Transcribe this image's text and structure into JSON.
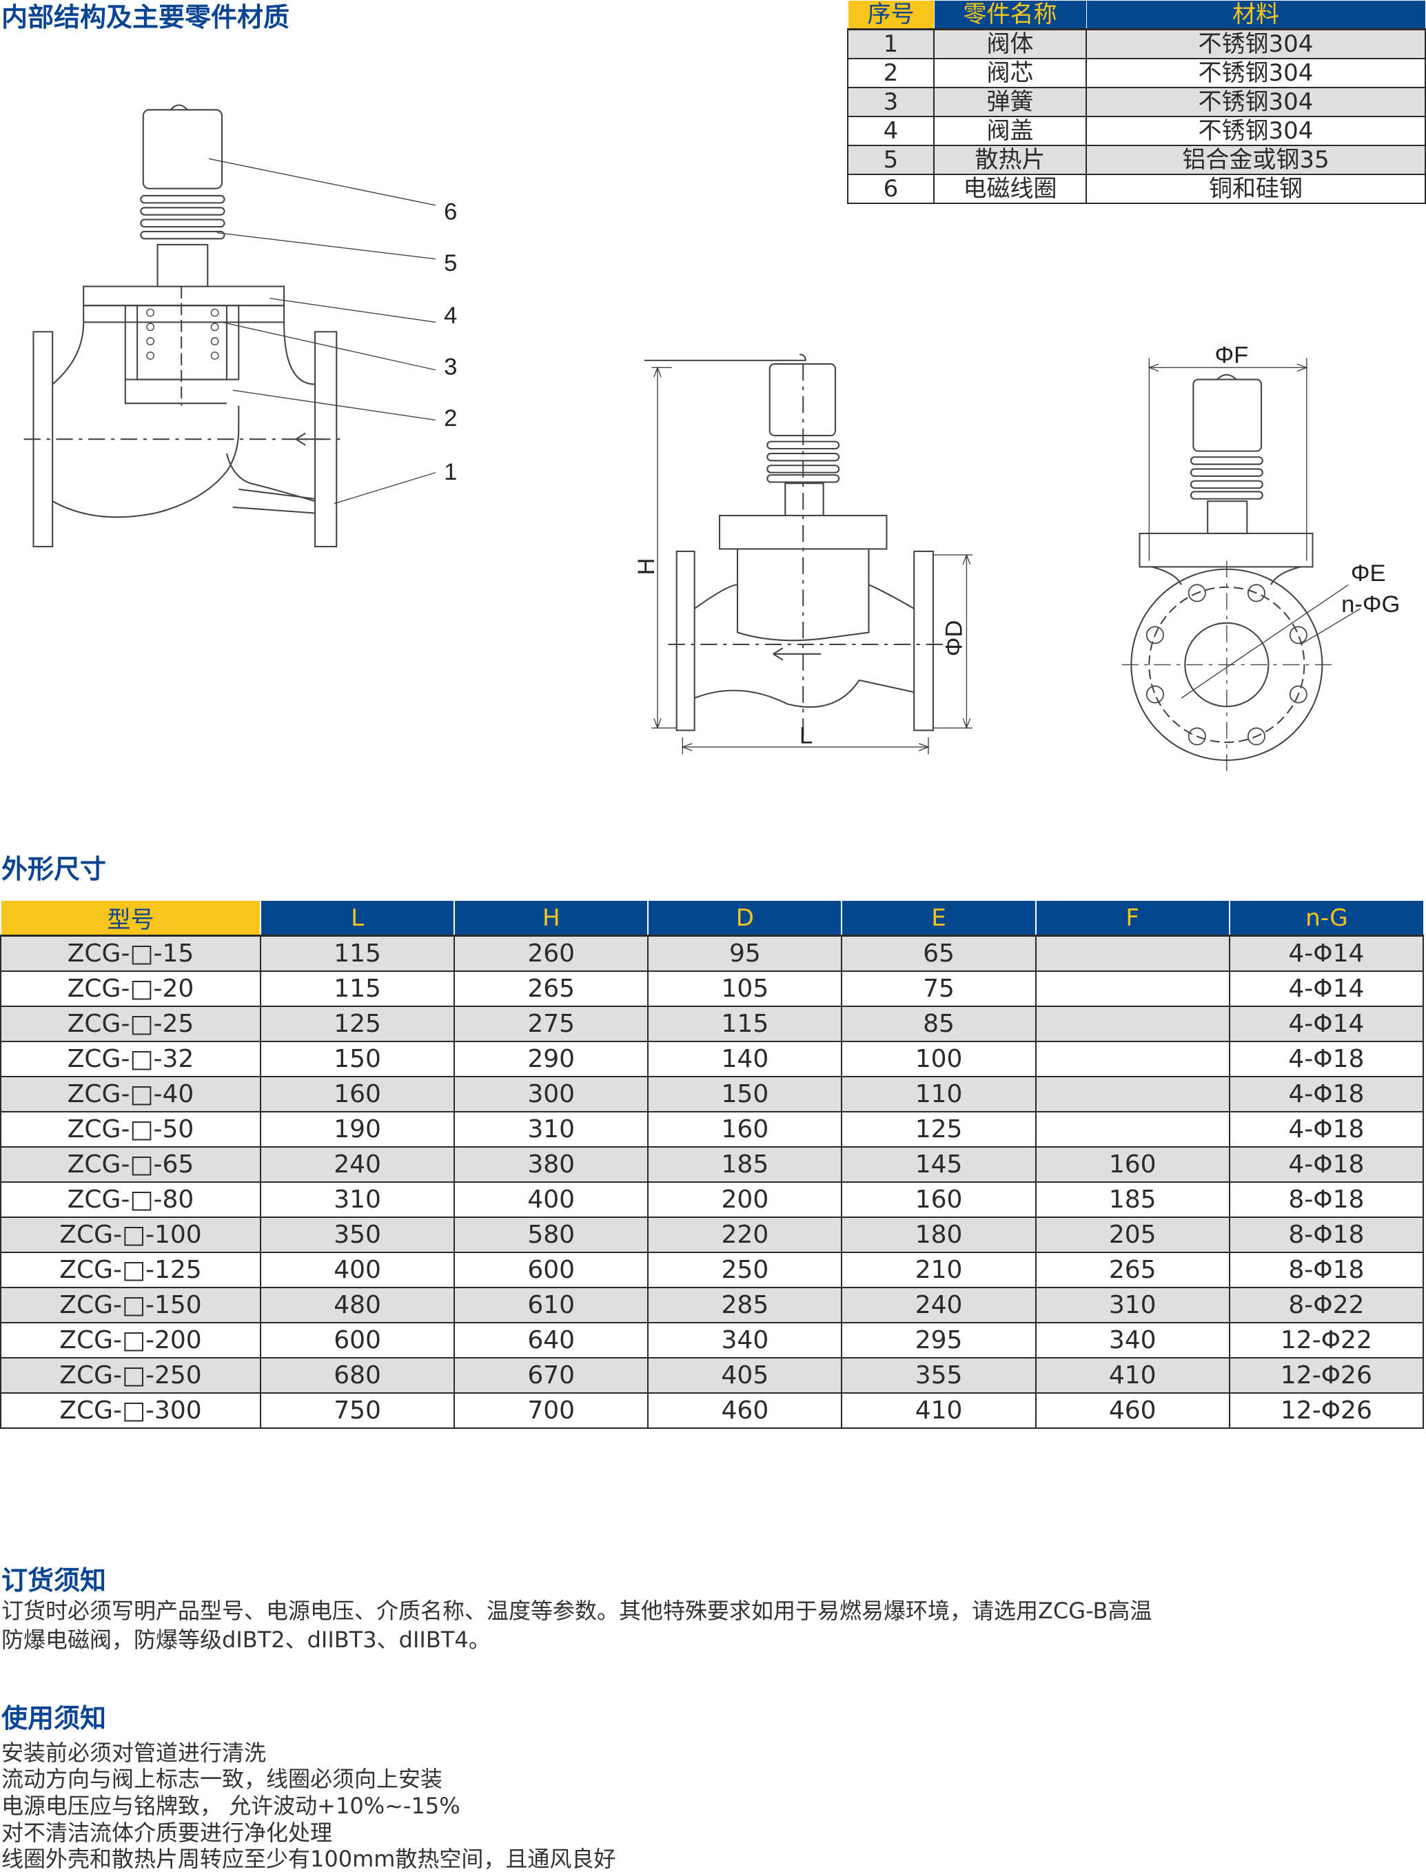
{
  "structure": {
    "title": "内部结构及主要零件材质",
    "parts_table": {
      "headers": [
        "序号",
        "零件名称",
        "材料"
      ],
      "rows": [
        [
          "1",
          "阀体",
          "不锈钢304"
        ],
        [
          "2",
          "阀芯",
          "不锈钢304"
        ],
        [
          "3",
          "弹簧",
          "不锈钢304"
        ],
        [
          "4",
          "阀盖",
          "不锈钢304"
        ],
        [
          "5",
          "散热片",
          "铝合金或钢35"
        ],
        [
          "6",
          "电磁线圈",
          "铜和硅钢"
        ]
      ]
    },
    "callouts": [
      "6",
      "5",
      "4",
      "3",
      "2",
      "1"
    ],
    "dim_labels": {
      "H": "H",
      "L": "L",
      "D": "ΦD",
      "F": "ΦF",
      "E": "ΦE",
      "nG": "n-ΦG"
    }
  },
  "dimensions": {
    "title": "外形尺寸",
    "headers": [
      "型号",
      "L",
      "H",
      "D",
      "E",
      "F",
      "n-G"
    ],
    "rows": [
      [
        "ZCG-□-15",
        "115",
        "260",
        "95",
        "65",
        "",
        "4-Φ14"
      ],
      [
        "ZCG-□-20",
        "115",
        "265",
        "105",
        "75",
        "",
        "4-Φ14"
      ],
      [
        "ZCG-□-25",
        "125",
        "275",
        "115",
        "85",
        "",
        "4-Φ14"
      ],
      [
        "ZCG-□-32",
        "150",
        "290",
        "140",
        "100",
        "",
        "4-Φ18"
      ],
      [
        "ZCG-□-40",
        "160",
        "300",
        "150",
        "110",
        "",
        "4-Φ18"
      ],
      [
        "ZCG-□-50",
        "190",
        "310",
        "160",
        "125",
        "",
        "4-Φ18"
      ],
      [
        "ZCG-□-65",
        "240",
        "380",
        "185",
        "145",
        "160",
        "4-Φ18"
      ],
      [
        "ZCG-□-80",
        "310",
        "400",
        "200",
        "160",
        "185",
        "8-Φ18"
      ],
      [
        "ZCG-□-100",
        "350",
        "580",
        "220",
        "180",
        "205",
        "8-Φ18"
      ],
      [
        "ZCG-□-125",
        "400",
        "600",
        "250",
        "210",
        "265",
        "8-Φ18"
      ],
      [
        "ZCG-□-150",
        "480",
        "610",
        "285",
        "240",
        "310",
        "8-Φ22"
      ],
      [
        "ZCG-□-200",
        "600",
        "640",
        "340",
        "295",
        "340",
        "12-Φ22"
      ],
      [
        "ZCG-□-250",
        "680",
        "670",
        "405",
        "355",
        "410",
        "12-Φ26"
      ],
      [
        "ZCG-□-300",
        "750",
        "700",
        "460",
        "410",
        "460",
        "12-Φ26"
      ]
    ]
  },
  "ordering": {
    "title": "订货须知",
    "lines": [
      "订货时必须写明产品型号、电源电压、介质名称、温度等参数。其他特殊要求如用于易燃易爆环境，请选用ZCG-B高温",
      "防爆电磁阀，防爆等级dIBT2、dIIBT3、dIIBT4。"
    ]
  },
  "usage": {
    "title": "使用须知",
    "lines": [
      "安装前必须对管道进行清洗",
      "流动方向与阀上标志一致，线圈必须向上安装",
      "电源电压应与铭牌致， 允许波动+10%~-15%",
      "对不清洁流体介质要进行净化处理",
      "线圈外壳和散热片周转应至少有100mm散热空间，且通风良好"
    ]
  },
  "colors": {
    "brand_blue": "#03478f",
    "header_yellow": "#f8c51c",
    "row_gray": "#dfdfdf"
  }
}
